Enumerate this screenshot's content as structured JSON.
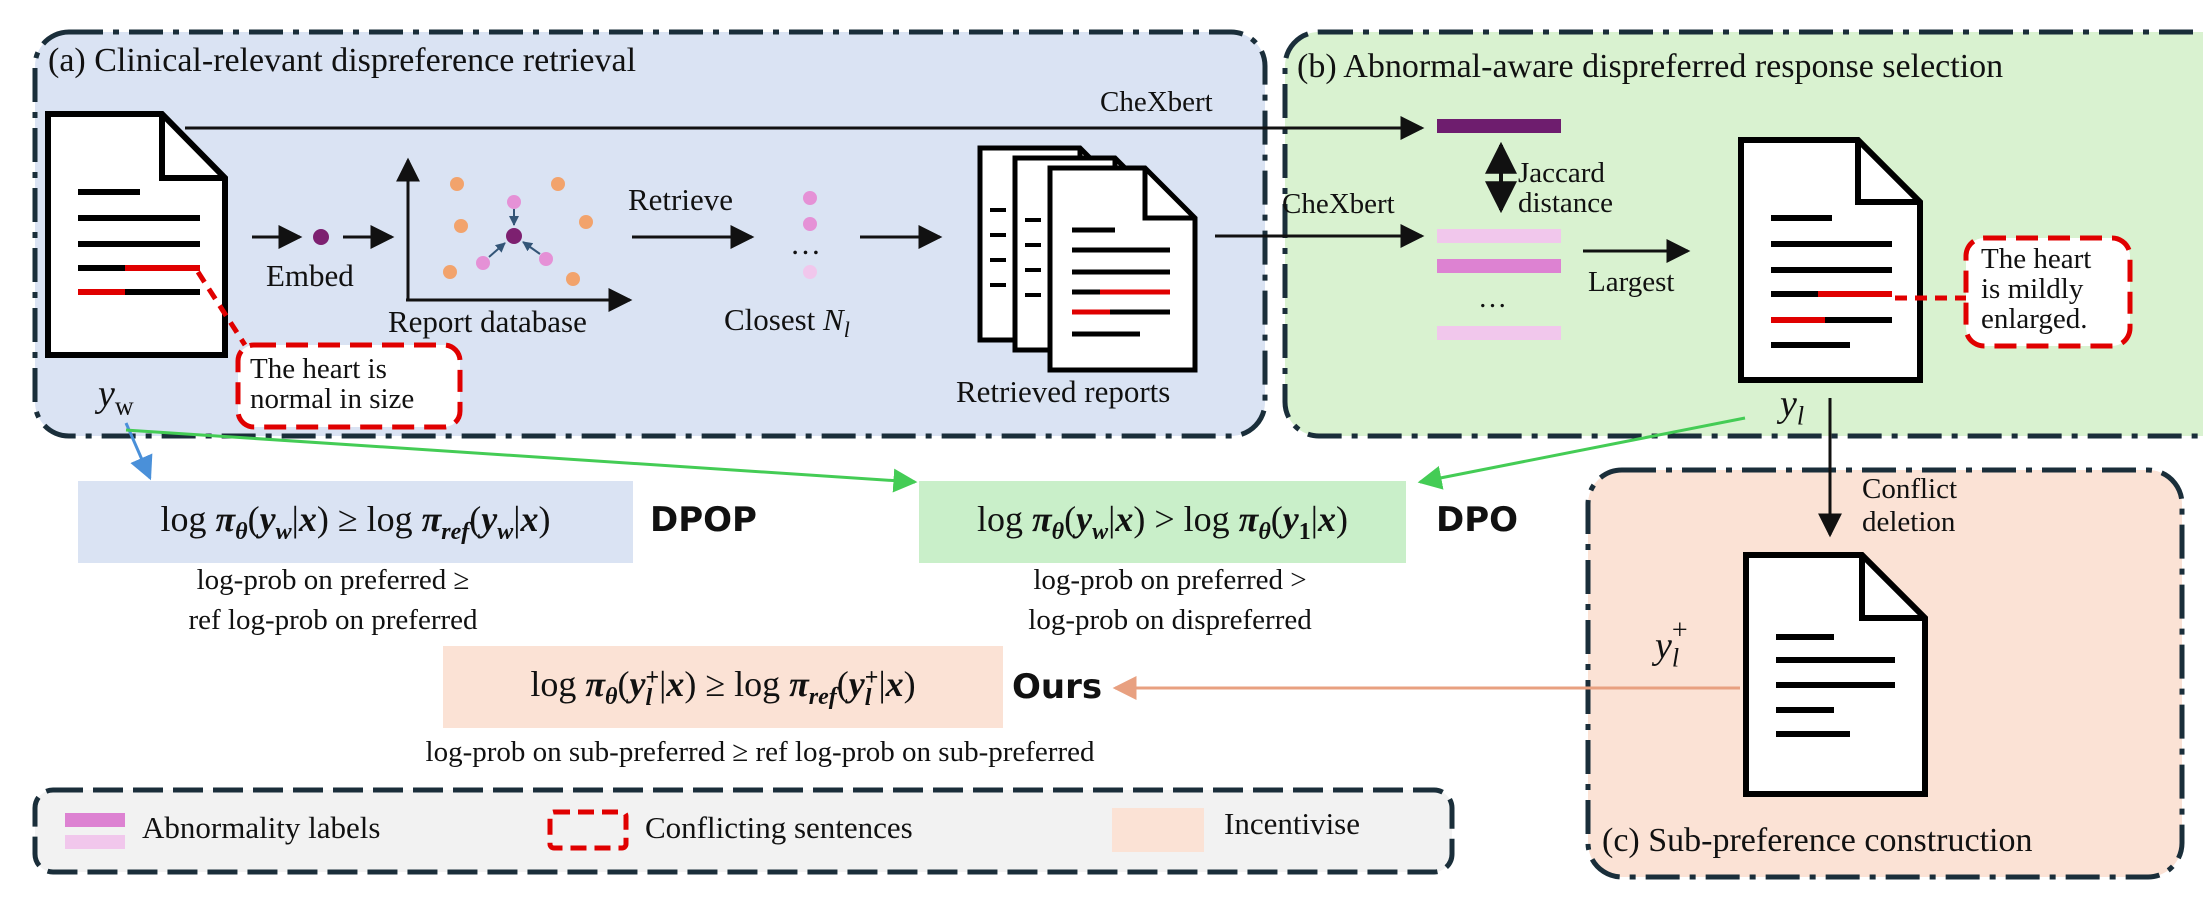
{
  "panels": {
    "a_title": "(a) Clinical-relevant dispreference retrieval",
    "b_title": "(b) Abnormal-aware dispreferred response selection",
    "c_title": "(c) Sub-preference construction"
  },
  "labels": {
    "embed": "Embed",
    "report_database": "Report database",
    "retrieve": "Retrieve",
    "closest_prefix": "Closest ",
    "closest_sym": "N",
    "closest_sub": "l",
    "retrieved_reports": "Retrieved reports",
    "chexbert_top": "CheXbert",
    "chexbert_mid": "CheXbert",
    "jaccard": "Jaccard",
    "distance": "distance",
    "largest": "Largest",
    "ellipsis_labels": "…",
    "ellipsis_points": "…",
    "conflict": "Conflict",
    "deletion": "deletion",
    "yw_base": "y",
    "yw_sub": "w",
    "yl_base": "y",
    "yl_sub": "l",
    "ylp_base": "y",
    "ylp_sub": "l",
    "ylp_sup": "+"
  },
  "quotes": {
    "preferred_line1": "The heart is",
    "preferred_line2": "normal in size",
    "dispreferred_line1": "The heart",
    "dispreferred_line2": "is mildly",
    "dispreferred_line3": "enlarged."
  },
  "formulas": {
    "dpop_method": "DPOP",
    "dpo_method": "DPO",
    "ours_method": "Ours",
    "dpop_caption_1": "log-prob on preferred ≥",
    "dpop_caption_2": "ref log-prob on preferred",
    "dpo_caption_1": "log-prob on preferred >",
    "dpo_caption_2": "log-prob on dispreferred",
    "ours_caption": "log-prob on sub-preferred ≥ ref log-prob on sub-preferred",
    "log": "log",
    "pi": "π",
    "theta": "θ",
    "ref": "ref",
    "x": "x",
    "geq": "≥",
    "gt": ">",
    "yw_b": "y",
    "yw_s": "w",
    "y1_b": "y",
    "y1_s": "1",
    "yl_b": "y",
    "yl_sub": "l",
    "yl_sup": "+"
  },
  "legend": {
    "abnormality_labels": "Abnormality labels",
    "conflicting_sentences": "Conflicting sentences",
    "incentivise": "Incentivise"
  },
  "colors": {
    "panel_a_bg": "#dae3f3",
    "panel_b_bg": "#d9f2d0",
    "panel_c_bg": "#fbe2d5",
    "dpop_box": "#dae3f3",
    "dpo_box": "#c9efc9",
    "ours_box": "#fbe2d5",
    "label_dark": "#6e1d6e",
    "label_mid": "#dd82d2",
    "label_light": "#f1c7ec",
    "conflict_red": "#e00000",
    "arrow_blue": "#4a90d9",
    "arrow_green": "#44cc55",
    "arrow_orange": "#e8a080",
    "embed_dot": "#7d2070",
    "orange_dot": "#f2a36c",
    "pink_dot": "#e591d6",
    "border": "#1a2e3a"
  }
}
